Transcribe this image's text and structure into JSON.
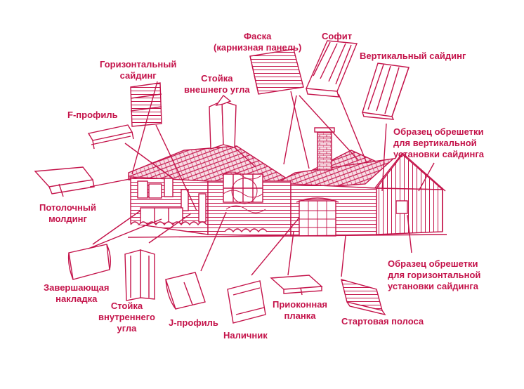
{
  "colors": {
    "accent": "#c4134a",
    "fill_light": "#f7dde5",
    "background": "#ffffff"
  },
  "labels": {
    "fascia": {
      "line1": "Фаска",
      "line2": "(карнизная панель)"
    },
    "soffit": "Софит",
    "vertical_siding": "Вертикальный сайдинг",
    "horizontal_siding": {
      "line1": "Горизонтальный",
      "line2": "сайдинг"
    },
    "outside_corner": {
      "line1": "Стойка",
      "line2": "внешнего угла"
    },
    "f_channel": "F-профиль",
    "furring_vertical": {
      "line1": "Образец обрешетки",
      "line2": "для вертикальной",
      "line3": "установки сайдинга"
    },
    "ceiling_molding": {
      "line1": "Потолочный",
      "line2": "молдинг"
    },
    "furring_horizontal": {
      "line1": "Образец обрешетки",
      "line2": "для горизонтальной",
      "line3": "установки сайдинга"
    },
    "finish_trim": {
      "line1": "Завершающая",
      "line2": "накладка"
    },
    "inside_corner": {
      "line1": "Стойка",
      "line2": "внутреннего",
      "line3": "угла"
    },
    "j_channel": "J-профиль",
    "casing": "Наличник",
    "window_sill": {
      "line1": "Приоконная",
      "line2": "планка"
    },
    "starter_strip": "Стартовая полоса"
  }
}
